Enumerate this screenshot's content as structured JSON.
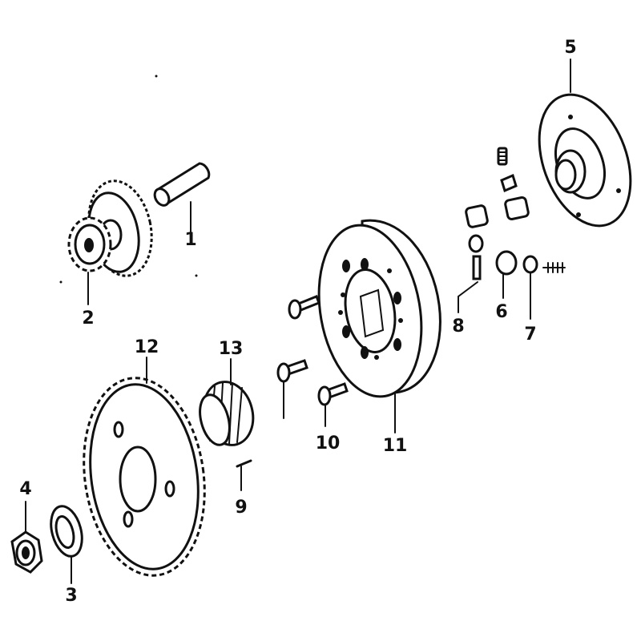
{
  "parts": [
    {
      "id": "part-1",
      "number": "1"
    },
    {
      "id": "part-2",
      "number": "2"
    },
    {
      "id": "part-3",
      "number": "3"
    },
    {
      "id": "part-4",
      "number": "4"
    },
    {
      "id": "part-5",
      "number": "5"
    },
    {
      "id": "part-6",
      "number": "6"
    },
    {
      "id": "part-7",
      "number": "7"
    },
    {
      "id": "part-8",
      "number": "8"
    },
    {
      "id": "part-9",
      "number": "9"
    },
    {
      "id": "part-10",
      "number": "10"
    },
    {
      "id": "part-11",
      "number": "11"
    },
    {
      "id": "part-12",
      "number": "12"
    },
    {
      "id": "part-13",
      "number": "13"
    }
  ]
}
